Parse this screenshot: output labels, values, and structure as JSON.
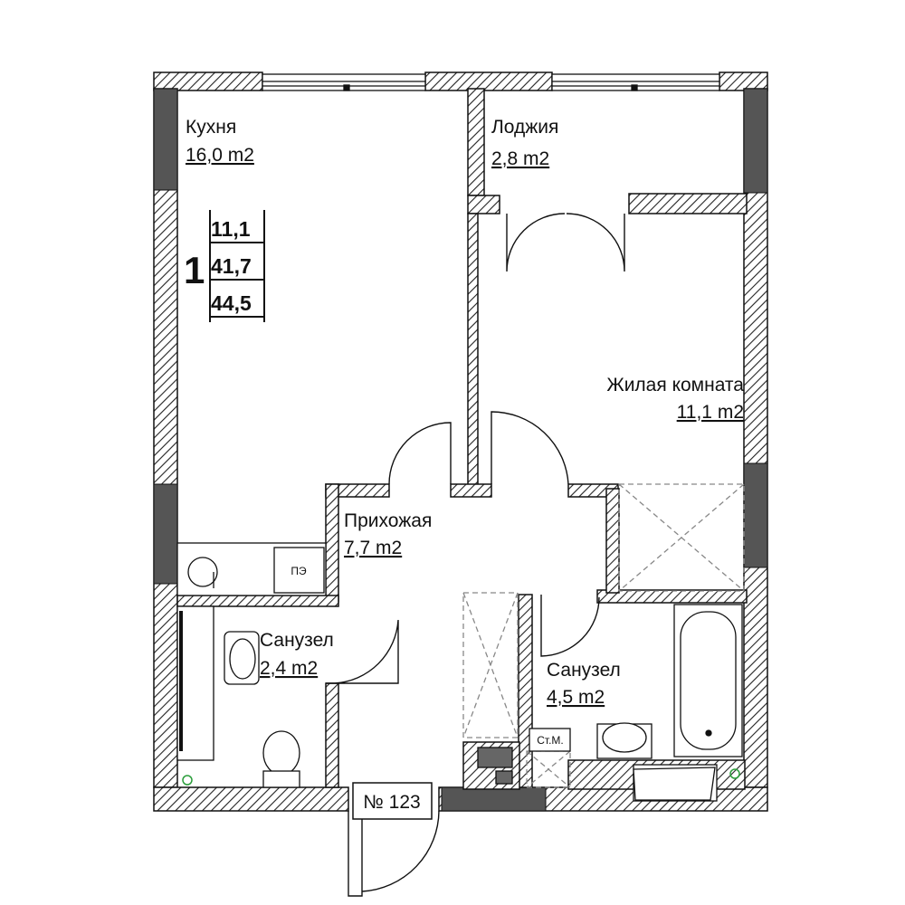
{
  "rooms": {
    "kitchen": {
      "name": "Кухня",
      "area": "16,0 m2"
    },
    "loggia": {
      "name": "Лоджия",
      "area": "2,8 m2"
    },
    "living": {
      "name": "Жилая комната",
      "area": "11,1 m2"
    },
    "hall": {
      "name": "Прихожая",
      "area": "7,7 m2"
    },
    "bath_small": {
      "name": "Санузел",
      "area": "2,4 m2"
    },
    "bath_large": {
      "name": "Санузел",
      "area": "4,5 m2"
    }
  },
  "summary": {
    "rooms_count": "1",
    "living_area": "11,1",
    "total_area": "41,7",
    "total_area_with_loggia": "44,5"
  },
  "apartment_number": "№ 123",
  "fixtures": {
    "electric_panel": "ПЭ",
    "washing_machine": "Ст.М."
  },
  "colors": {
    "wall_hatch": "#222222",
    "column": "#555555",
    "line": "#111111",
    "dashed": "#888888",
    "vent_marker": "#2a9d3a"
  }
}
